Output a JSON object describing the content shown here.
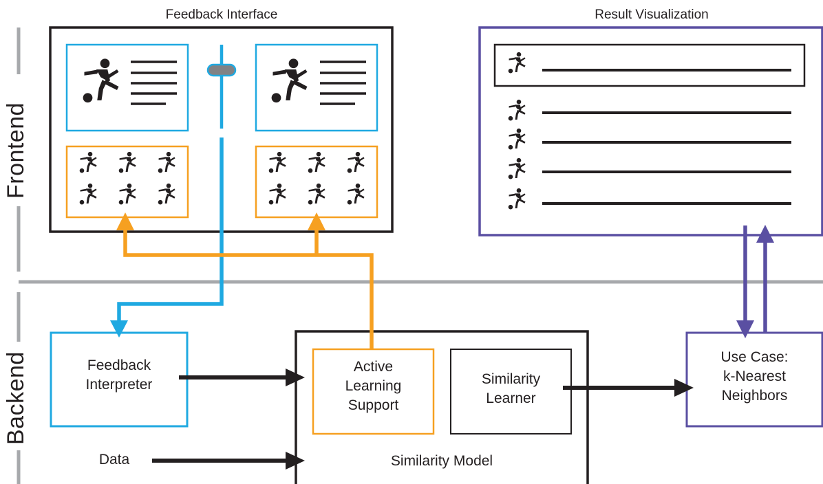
{
  "sections": {
    "frontend": "Frontend",
    "backend": "Backend"
  },
  "feedback_interface": {
    "title": "Feedback Interface"
  },
  "result_visualization": {
    "title": "Result Visualization"
  },
  "feedback_interpreter": {
    "line1": "Feedback",
    "line2": "Interpreter"
  },
  "active_learning": {
    "line1": "Active",
    "line2": "Learning",
    "line3": "Support"
  },
  "similarity_learner": {
    "line1": "Similarity",
    "line2": "Learner"
  },
  "similarity_model": {
    "label": "Similarity Model"
  },
  "use_case": {
    "line1": "Use Case:",
    "line2": "k-Nearest",
    "line3": "Neighbors"
  },
  "data_input": {
    "label": "Data"
  },
  "colors": {
    "blue": "#1fa9e1",
    "orange": "#f6a021",
    "purple": "#5a4fa2",
    "black": "#231f20",
    "gray": "#a7a9ac",
    "slider_handle": "#808285"
  },
  "icons": {
    "player": "soccer-player-icon",
    "lines": "text-lines-icon"
  }
}
